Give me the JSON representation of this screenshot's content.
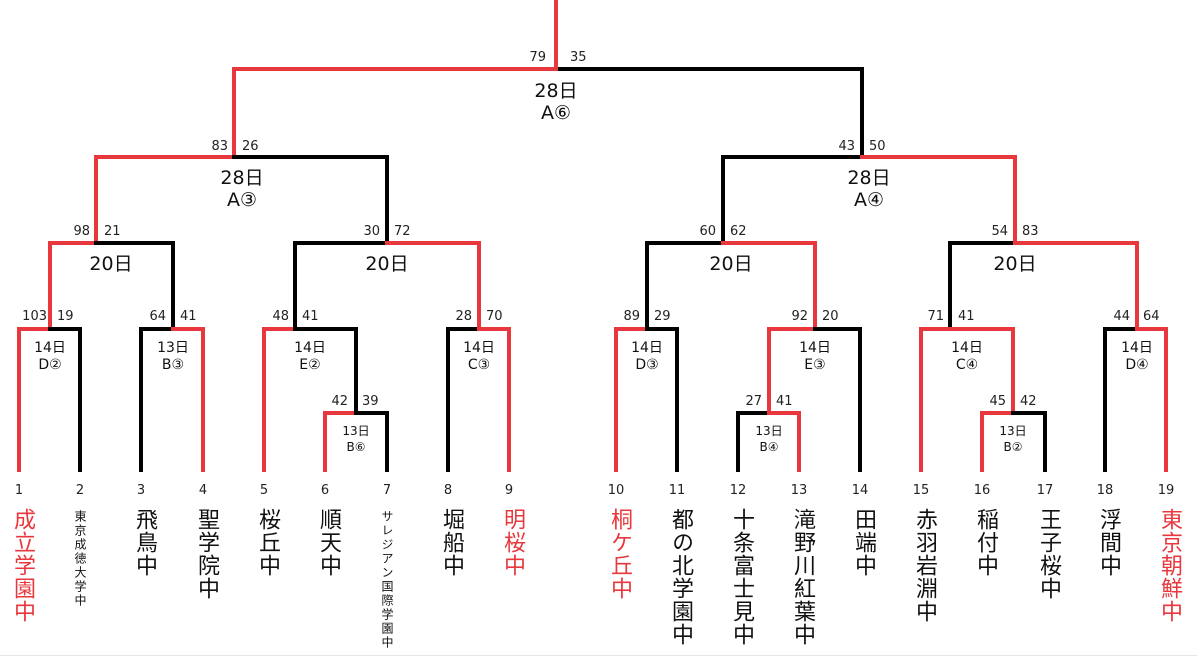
{
  "colors": {
    "winner": "#e8383d",
    "loser": "#000000"
  },
  "teams": [
    {
      "seed": "1",
      "name": "成立学園中",
      "winner": true
    },
    {
      "seed": "2",
      "name": "東京成徳大学中",
      "winner": false
    },
    {
      "seed": "3",
      "name": "飛鳥中",
      "winner": false
    },
    {
      "seed": "4",
      "name": "聖学院中",
      "winner": false
    },
    {
      "seed": "5",
      "name": "桜丘中",
      "winner": false
    },
    {
      "seed": "6",
      "name": "順天中",
      "winner": false
    },
    {
      "seed": "7",
      "name": "サレジアン国際学園中",
      "winner": false
    },
    {
      "seed": "8",
      "name": "堀船中",
      "winner": false
    },
    {
      "seed": "9",
      "name": "明桜中",
      "winner": true
    },
    {
      "seed": "10",
      "name": "桐ケ丘中",
      "winner": true
    },
    {
      "seed": "11",
      "name": "都の北学園中",
      "winner": false
    },
    {
      "seed": "12",
      "name": "十条富士見中",
      "winner": false
    },
    {
      "seed": "13",
      "name": "滝野川紅葉中",
      "winner": false
    },
    {
      "seed": "14",
      "name": "田端中",
      "winner": false
    },
    {
      "seed": "15",
      "name": "赤羽岩淵中",
      "winner": false
    },
    {
      "seed": "16",
      "name": "稲付中",
      "winner": false
    },
    {
      "seed": "17",
      "name": "王子桜中",
      "winner": false
    },
    {
      "seed": "18",
      "name": "浮間中",
      "winner": false
    },
    {
      "seed": "19",
      "name": "東京朝鮮中",
      "winner": true
    }
  ],
  "matches": {
    "m6_7": {
      "date": "13日",
      "venue": "B⑥",
      "scores": [
        "42",
        "39"
      ]
    },
    "m12_13": {
      "date": "13日",
      "venue": "B④",
      "scores": [
        "27",
        "41"
      ]
    },
    "m16_17": {
      "date": "13日",
      "venue": "B②",
      "scores": [
        "45",
        "42"
      ]
    },
    "m1_2": {
      "date": "14日",
      "venue": "D②",
      "scores": [
        "103",
        "19"
      ]
    },
    "m3_4": {
      "date": "13日",
      "venue": "B③",
      "scores": [
        "64",
        "41"
      ]
    },
    "m5_67": {
      "date": "14日",
      "venue": "E②",
      "scores": [
        "48",
        "41"
      ]
    },
    "m8_9": {
      "date": "14日",
      "venue": "C③",
      "scores": [
        "28",
        "70"
      ]
    },
    "m10_11": {
      "date": "14日",
      "venue": "D③",
      "scores": [
        "89",
        "29"
      ]
    },
    "m1213_14": {
      "date": "14日",
      "venue": "E③",
      "scores": [
        "92",
        "20"
      ]
    },
    "m15_1617": {
      "date": "14日",
      "venue": "C④",
      "scores": [
        "71",
        "41"
      ]
    },
    "m18_19": {
      "date": "14日",
      "venue": "D④",
      "scores": [
        "44",
        "64"
      ]
    },
    "r3_a": {
      "date": "20日",
      "scores": [
        "98",
        "21"
      ]
    },
    "r3_b": {
      "date": "20日",
      "scores": [
        "30",
        "72"
      ]
    },
    "r3_c": {
      "date": "20日",
      "scores": [
        "60",
        "62"
      ]
    },
    "r3_d": {
      "date": "20日",
      "scores": [
        "54",
        "83"
      ]
    },
    "sf_l": {
      "date": "28日",
      "venue": "A③",
      "scores": [
        "83",
        "26"
      ]
    },
    "sf_r": {
      "date": "28日",
      "venue": "A④",
      "scores": [
        "43",
        "50"
      ]
    },
    "final": {
      "date": "28日",
      "venue": "A⑥",
      "scores": [
        "79",
        "35"
      ]
    }
  }
}
